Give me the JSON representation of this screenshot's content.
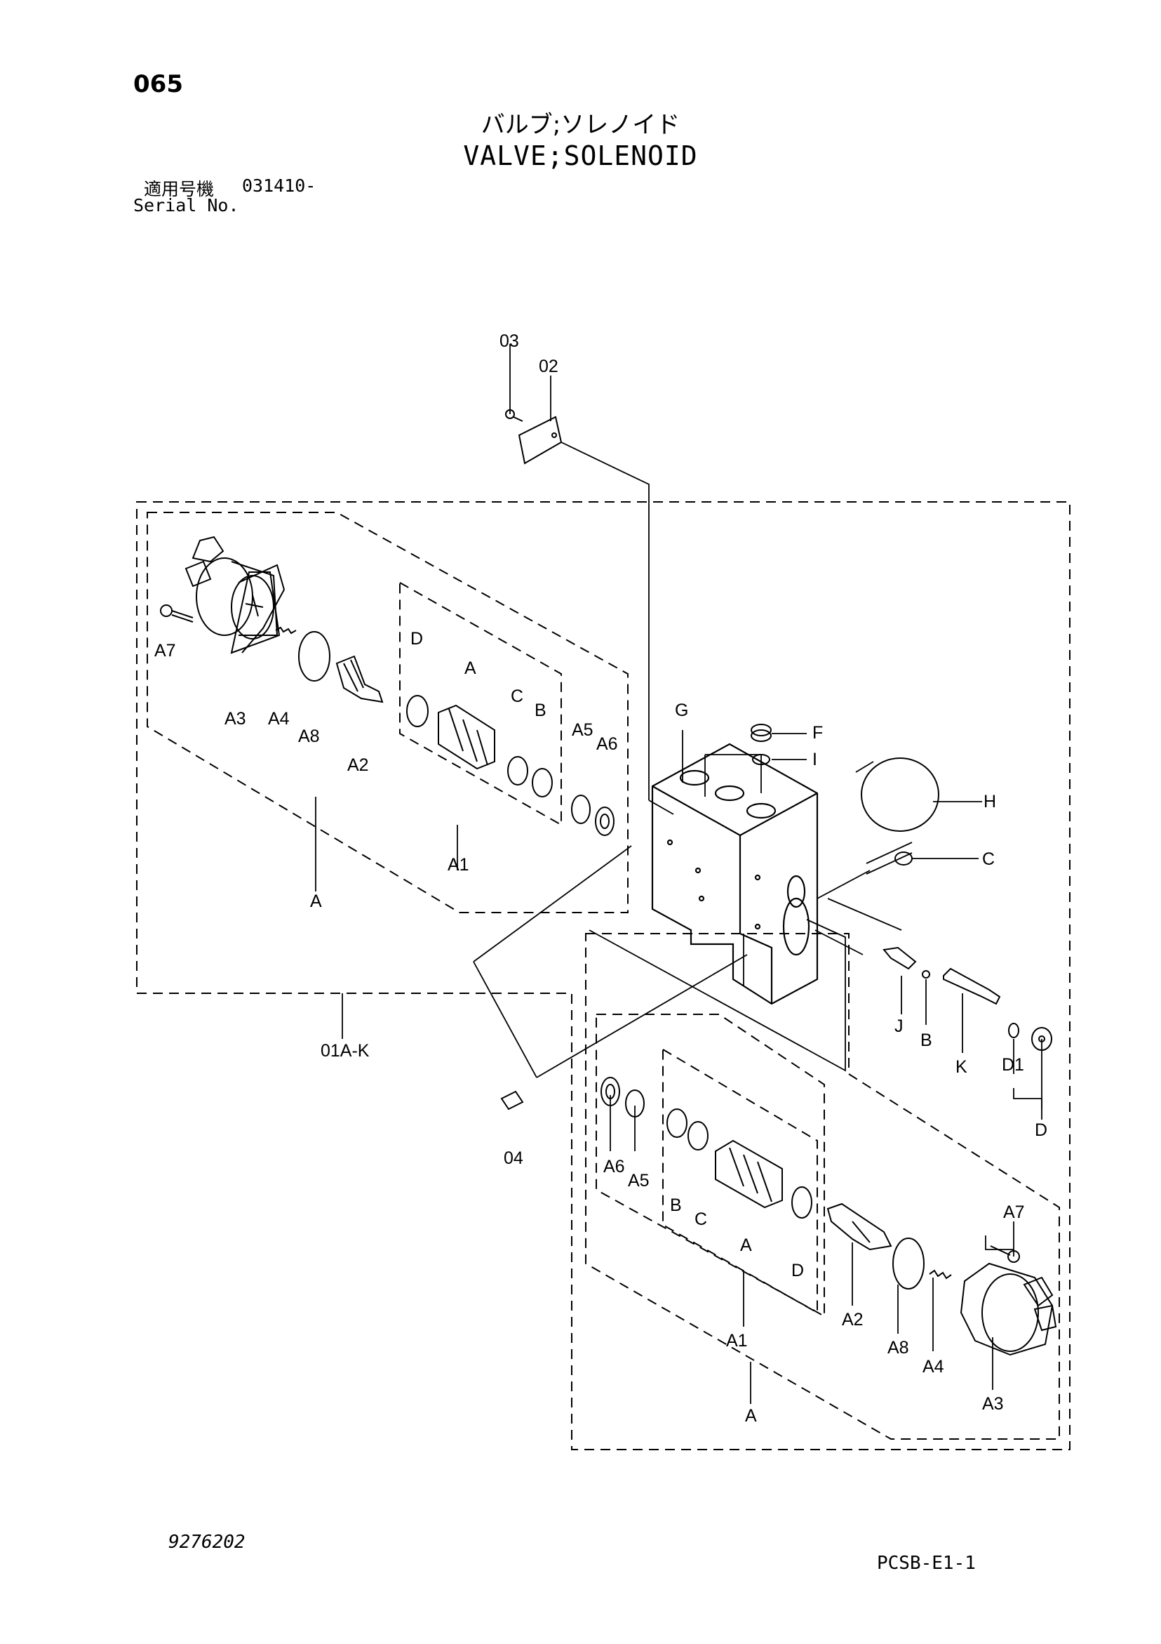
{
  "header": {
    "page_number": "065",
    "title_jp": "バルブ;ソレノイド",
    "title_en": "VALVE;SOLENOID",
    "serial_label_jp": "適用号機",
    "serial_value": "031410-",
    "serial_label_en": "Serial No."
  },
  "footer": {
    "drawing_number": "9276202",
    "reference_code": "PCSB-E1-1"
  },
  "callouts": {
    "c03": "03",
    "c02": "02",
    "c04": "04",
    "c01ak": "01A-K",
    "a7_left": "A7",
    "a3_left": "A3",
    "a4_left": "A4",
    "a8_left": "A8",
    "a2_left": "A2",
    "d_left": "D",
    "a_spool_left": "A",
    "c_left": "C",
    "b_left": "B",
    "a5_left": "A5",
    "a6_left": "A6",
    "a1_left": "A1",
    "a_group_left": "A",
    "g": "G",
    "f": "F",
    "i": "I",
    "h": "H",
    "c_right": "C",
    "j": "J",
    "b_mid": "B",
    "k": "K",
    "d1": "D1",
    "d_mid": "D",
    "a6_right": "A6",
    "a5_right": "A5",
    "b_right": "B",
    "c_lower": "C",
    "a_spool_right": "A",
    "d_right": "D",
    "a1_right": "A1",
    "a2_right": "A2",
    "a8_right": "A8",
    "a4_right": "A4",
    "a3_right": "A3",
    "a7_right": "A7",
    "a_group_right": "A"
  }
}
